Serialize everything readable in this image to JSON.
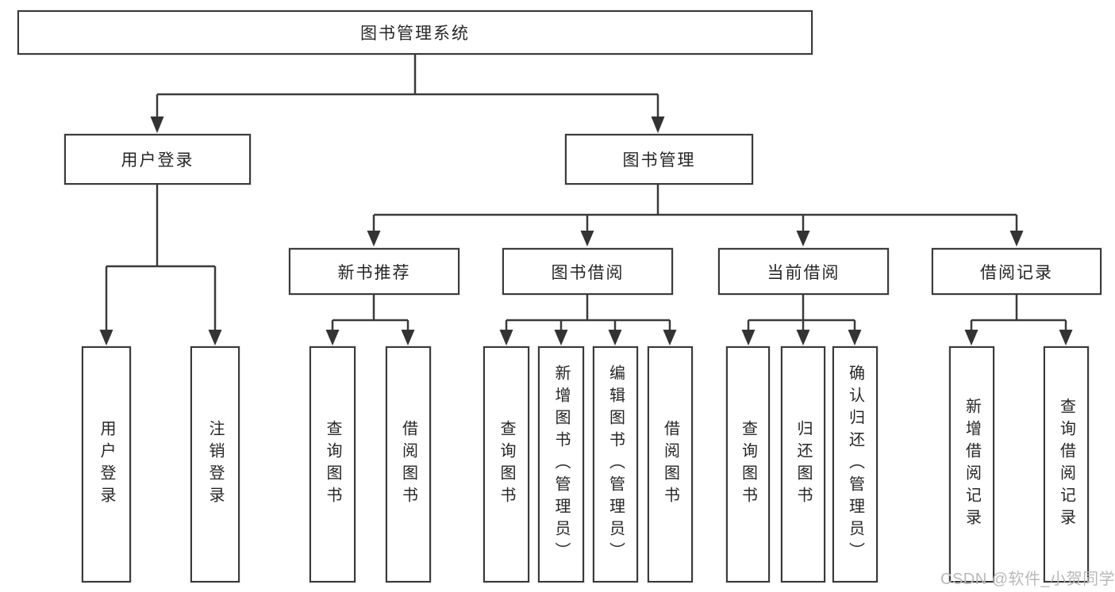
{
  "diagram": {
    "type": "hierarchy",
    "nodes": {
      "root": "图书管理系统",
      "user_login": "用户登录",
      "book_management": "图书管理",
      "new_book_recommend": "新书推荐",
      "book_borrowing": "图书借阅",
      "current_borrowing": "当前借阅",
      "borrowing_records": "借阅记录",
      "leaf_user_login": "用户登录",
      "leaf_logout": "注销登录",
      "leaf_nbr_query_books": "查询图书",
      "leaf_nbr_borrow_books": "借阅图书",
      "leaf_bb_query_books": "查询图书",
      "leaf_bb_add_books": "新增图书（管理员）",
      "leaf_bb_edit_books": "编辑图书（管理员）",
      "leaf_bb_borrow_books": "借阅图书",
      "leaf_cb_query_books": "查询图书",
      "leaf_cb_return_books": "归还图书",
      "leaf_cb_confirm_return": "确认归还（管理员）",
      "leaf_br_add_record": "新增借阅记录",
      "leaf_br_query_record": "查询借阅记录"
    },
    "edges": [
      [
        "root",
        "user_login"
      ],
      [
        "root",
        "book_management"
      ],
      [
        "user_login",
        "leaf_user_login"
      ],
      [
        "user_login",
        "leaf_logout"
      ],
      [
        "book_management",
        "new_book_recommend"
      ],
      [
        "book_management",
        "book_borrowing"
      ],
      [
        "book_management",
        "current_borrowing"
      ],
      [
        "book_management",
        "borrowing_records"
      ],
      [
        "new_book_recommend",
        "leaf_nbr_query_books"
      ],
      [
        "new_book_recommend",
        "leaf_nbr_borrow_books"
      ],
      [
        "book_borrowing",
        "leaf_bb_query_books"
      ],
      [
        "book_borrowing",
        "leaf_bb_add_books"
      ],
      [
        "book_borrowing",
        "leaf_bb_edit_books"
      ],
      [
        "book_borrowing",
        "leaf_bb_borrow_books"
      ],
      [
        "current_borrowing",
        "leaf_cb_query_books"
      ],
      [
        "current_borrowing",
        "leaf_cb_return_books"
      ],
      [
        "current_borrowing",
        "leaf_cb_confirm_return"
      ],
      [
        "borrowing_records",
        "leaf_br_add_record"
      ],
      [
        "borrowing_records",
        "leaf_br_query_record"
      ]
    ]
  },
  "watermark": "CSDN @软件_小贺同学",
  "colors": {
    "line": "#3a3a3a",
    "box_border": "#3a3a3a",
    "box_background": "#ffffff",
    "text": "#262626",
    "watermark": "#b9b9b9",
    "page_background": "#ffffff"
  }
}
